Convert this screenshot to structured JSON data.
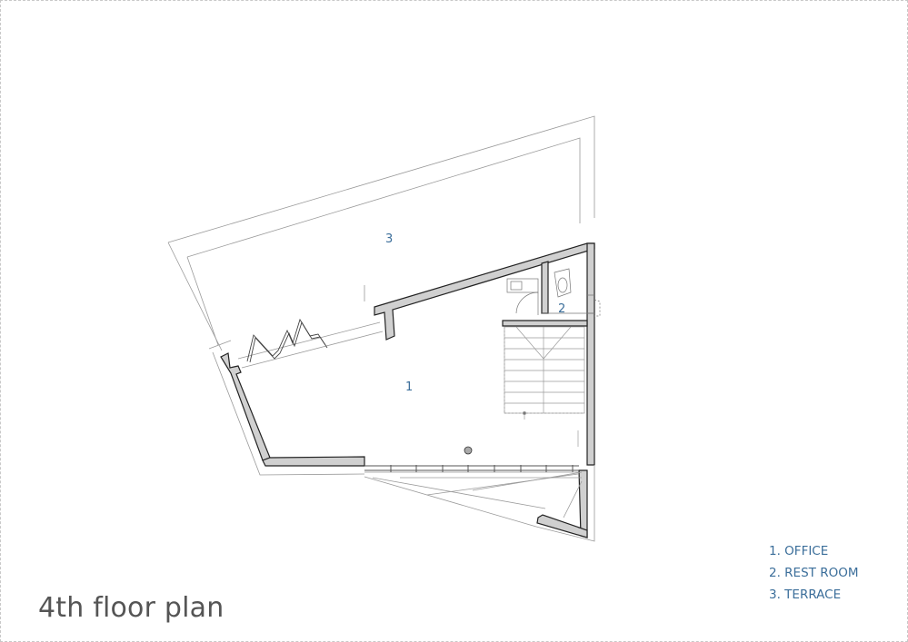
{
  "title": "4th floor plan",
  "rooms": [
    {
      "number": "1",
      "name": "OFFICE"
    },
    {
      "number": "2",
      "name": "REST ROOM"
    },
    {
      "number": "3",
      "name": "TERRACE"
    }
  ],
  "legend": [
    "1. OFFICE",
    "2. REST ROOM",
    "3. TERRACE"
  ],
  "colors": {
    "label": "#3b6e9a",
    "wall_fill": "#d0d0d0",
    "wall_stroke": "#222222",
    "thin_line": "#9a9a9a",
    "title": "#555555"
  }
}
